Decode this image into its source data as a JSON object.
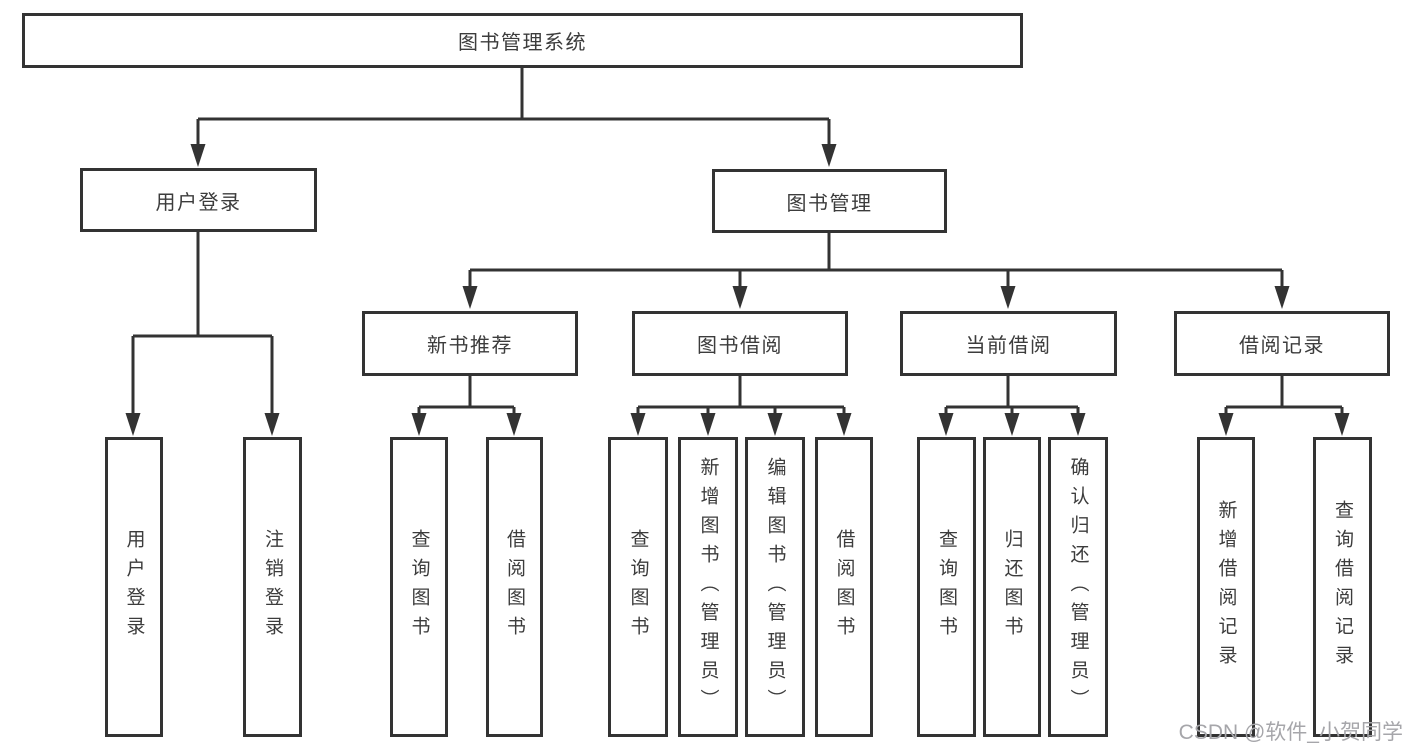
{
  "diagram_type": "hierarchy-tree",
  "hierarchy": {
    "label": "图书管理系统",
    "children": [
      {
        "label": "用户登录",
        "children": [
          {
            "label": "用户登录"
          },
          {
            "label": "注销登录"
          }
        ]
      },
      {
        "label": "图书管理",
        "children": [
          {
            "label": "新书推荐",
            "children": [
              {
                "label": "查询图书"
              },
              {
                "label": "借阅图书"
              }
            ]
          },
          {
            "label": "图书借阅",
            "children": [
              {
                "label": "查询图书"
              },
              {
                "label": "新增图书（管理员）"
              },
              {
                "label": "编辑图书（管理员）"
              },
              {
                "label": "借阅图书"
              }
            ]
          },
          {
            "label": "当前借阅",
            "children": [
              {
                "label": "查询图书"
              },
              {
                "label": "归还图书"
              },
              {
                "label": "确认归还（管理员）"
              }
            ]
          },
          {
            "label": "借阅记录",
            "children": [
              {
                "label": "新增借阅记录"
              },
              {
                "label": "查询借阅记录"
              }
            ]
          }
        ]
      }
    ]
  },
  "watermark": {
    "text": "CSDN @软件_小贺同学"
  },
  "colors": {
    "line": "#333333",
    "text": "#3c3c3c",
    "box_background": "#ffffff",
    "background": "#ffffff",
    "watermark": "#a6a6aa"
  }
}
